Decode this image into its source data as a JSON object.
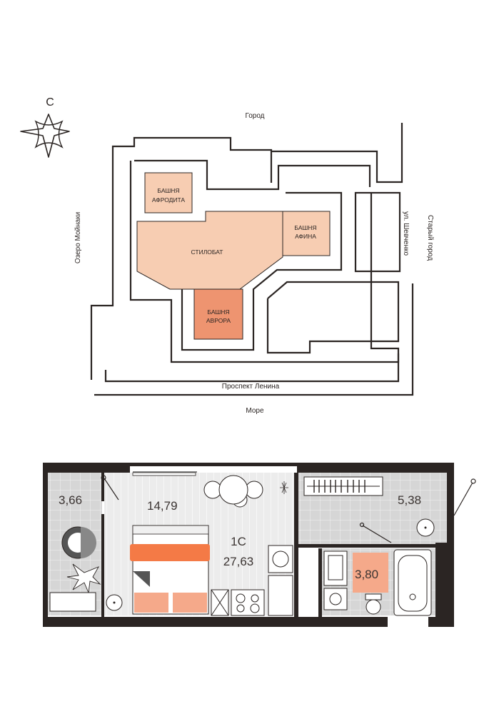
{
  "compass": {
    "north_label": "С"
  },
  "site": {
    "labels": {
      "top": "Город",
      "left": "Озеро Мойнаки",
      "right_inner": "ул. Шевченко",
      "right_outer": "Старый город",
      "avenue": "Проспект Ленина",
      "sea": "Море"
    },
    "buildings": {
      "afrodita_line1": "БАШНЯ",
      "afrodita_line2": "АФРОДИТА",
      "afina_line1": "БАШНЯ",
      "afina_line2": "АФИНА",
      "stilobat": "СТИЛОБАТ",
      "avrora_line1": "БАШНЯ",
      "avrora_line2": "АВРОРА"
    },
    "colors": {
      "building_light": "#f7cdb2",
      "building_dark": "#ee9470",
      "outline": "#2b2523"
    }
  },
  "apartment": {
    "type": "1С",
    "total_area": "27,63",
    "rooms": {
      "balcony": "3,66",
      "living": "14,79",
      "hall": "5,38",
      "bathroom": "3,80"
    },
    "colors": {
      "accent": "#f47a46",
      "accent_light": "#f5a98a",
      "wall": "#2b2523",
      "tile": "#d6d6d6",
      "floor": "#eeeeee"
    }
  }
}
